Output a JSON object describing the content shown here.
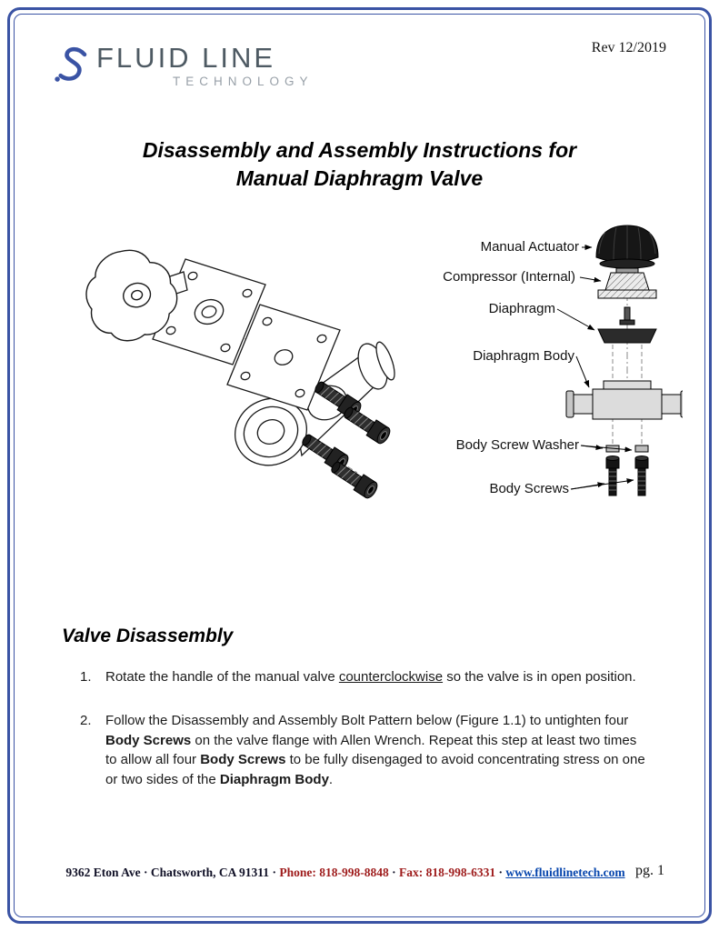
{
  "page": {
    "rev": "Rev 12/2019",
    "page_number": "pg. 1"
  },
  "logo": {
    "name": "FLUID LINE",
    "subtitle": "TECHNOLOGY"
  },
  "title": {
    "line1": "Disassembly and Assembly Instructions for",
    "line2": "Manual Diaphragm Valve"
  },
  "diagram": {
    "labels": [
      "Manual Actuator",
      "Compressor (Internal)",
      "Diaphragm",
      "Diaphragm Body",
      "Body Screw Washer",
      "Body Screws"
    ]
  },
  "section": {
    "heading": "Valve Disassembly"
  },
  "steps": [
    {
      "number": "1.",
      "segments": [
        {
          "text": "Rotate the handle of the manual valve "
        },
        {
          "text": "counterclockwise",
          "style": "u"
        },
        {
          "text": " so the valve is in open position."
        }
      ]
    },
    {
      "number": "2.",
      "segments": [
        {
          "text": "Follow the Disassembly and Assembly Bolt Pattern below (Figure 1.1) to untighten four "
        },
        {
          "text": "Body Screws",
          "style": "b"
        },
        {
          "text": " on the valve flange with Allen Wrench. Repeat this step at least two times to allow all four "
        },
        {
          "text": "Body Screws",
          "style": "b"
        },
        {
          "text": " to be fully disengaged to avoid concentrating stress on one or two sides of the "
        },
        {
          "text": "Diaphragm Body",
          "style": "b"
        },
        {
          "text": "."
        }
      ]
    }
  ],
  "footer": {
    "segments": [
      {
        "text": "9362 Eton Ave"
      },
      {
        "text": " · "
      },
      {
        "text": "Chatsworth, CA 91311"
      },
      {
        "text": " · "
      },
      {
        "text": "Phone: 818-998-8848",
        "style": "t-red"
      },
      {
        "text": " · "
      },
      {
        "text": "Fax: 818-998-6331",
        "style": "t-red"
      },
      {
        "text": " · "
      },
      {
        "text": "www.fluidlinetech.com",
        "style": "t-link",
        "interactable": true,
        "name": "footer-website-link"
      }
    ]
  },
  "colors": {
    "border_blue": "#3a53a4",
    "accent_red": "#9e1b1b",
    "link_blue": "#0645ad",
    "logo_gray": "#4e5a63"
  }
}
